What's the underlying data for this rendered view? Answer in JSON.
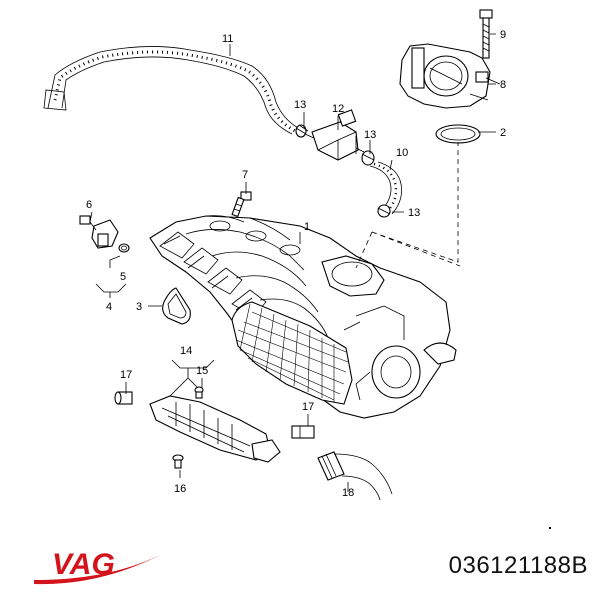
{
  "callouts": {
    "c1": "1",
    "c2": "2",
    "c3": "3",
    "c4": "4",
    "c5": "5",
    "c6": "6",
    "c7": "7",
    "c8": "8",
    "c9": "9",
    "c10": "10",
    "c11": "11",
    "c12": "12",
    "c13a": "13",
    "c13b": "13",
    "c13c": "13",
    "c14": "14",
    "c15": "15",
    "c16": "16",
    "c17a": "17",
    "c17b": "17",
    "c18": "18"
  },
  "brand": {
    "name": "VAG",
    "color": "#d4141c"
  },
  "part_number": "036121188B"
}
